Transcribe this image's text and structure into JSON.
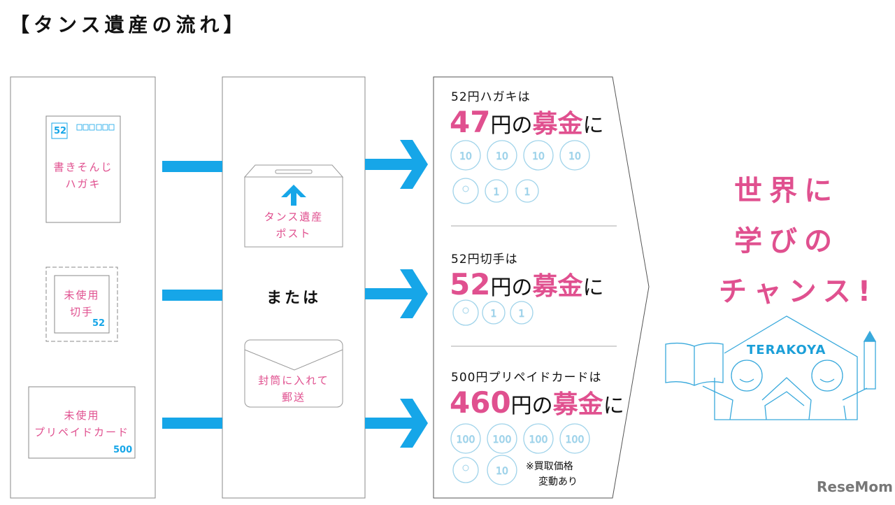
{
  "title": "【タンス遺産の流れ】",
  "colors": {
    "accent_blue": "#16a6e8",
    "pink": "#e0508f",
    "coin": "#9fd3ea"
  },
  "items": {
    "postcard": {
      "stamp_number": "52",
      "label_line1": "書きそんじ",
      "label_line2": "ハガキ"
    },
    "stamp": {
      "label_line1": "未使用",
      "label_line2": "切手",
      "value": "52"
    },
    "prepaid": {
      "label_line1": "未使用",
      "label_line2": "プリペイドカード",
      "value": "500"
    }
  },
  "methods": {
    "post_box": {
      "label_line1": "タンス遺産",
      "label_line2": "ポスト"
    },
    "or": "または",
    "envelope": {
      "label_line1": "封筒に入れて",
      "label_line2": "郵送"
    }
  },
  "results": [
    {
      "lead": "52円ハガキは",
      "amount": "47",
      "yen": "円の",
      "bokin": "募金",
      "ni": "に",
      "coins": [
        "10",
        "10",
        "10",
        "10",
        "5",
        "1",
        "1"
      ]
    },
    {
      "lead": "52円切手は",
      "amount": "52",
      "yen": "円の",
      "bokin": "募金",
      "ni": "に",
      "coins": [
        "50",
        "1",
        "1"
      ]
    },
    {
      "lead": "500円プリペイドカードは",
      "amount": "460",
      "yen": "円の",
      "bokin": "募金",
      "ni": "に",
      "coins": [
        "100",
        "100",
        "100",
        "100",
        "50",
        "10"
      ],
      "note_line1": "※買取価格",
      "note_line2": "変動あり"
    }
  ],
  "slogan": [
    "世界に",
    "学びの",
    "チャンス!"
  ],
  "logo": {
    "text": "TERAKOYA"
  },
  "watermark": "ReseMom"
}
